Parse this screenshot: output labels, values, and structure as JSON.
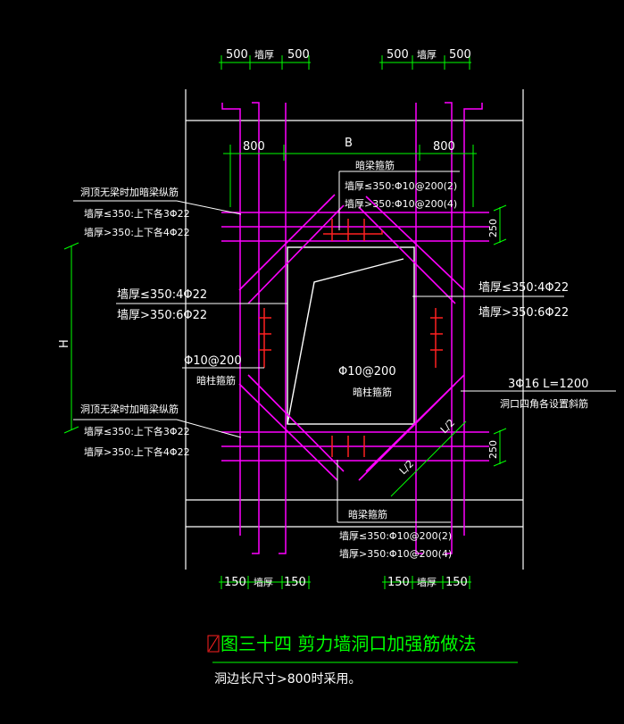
{
  "colors": {
    "background": "#000000",
    "dimension": "#00ff00",
    "rebar": "#ff00ff",
    "red_rebar": "#ff2020",
    "outline": "#ffffff",
    "text": "#ffffff",
    "title": "#00ff00"
  },
  "dimensions": {
    "top_left": [
      "500",
      "墙厚",
      "500"
    ],
    "top_right": [
      "500",
      "墙厚",
      "500"
    ],
    "mid_left": "800",
    "mid_center": "B",
    "mid_right": "800",
    "bottom_left": [
      "150",
      "墙厚",
      "150"
    ],
    "bottom_right": [
      "150",
      "墙厚",
      "150"
    ],
    "right_250_top": "250",
    "right_250_bottom": "250",
    "height": "H",
    "diag_l2_a": "L/2",
    "diag_l2_b": "L/2"
  },
  "labels": {
    "top_beam_stirrup": [
      "暗梁箍筋",
      "墙厚≤350:Φ10@200(2)",
      "墙厚>350:Φ10@200(4)"
    ],
    "top_left_longitudinal": [
      "洞顶无梁时加暗梁纵筋",
      "墙厚≤350:上下各3Φ22",
      "墙厚>350:上下各4Φ22"
    ],
    "left_col": [
      "墙厚≤350:4Φ22",
      "墙厚>350:6Φ22"
    ],
    "right_col": [
      "墙厚≤350:4Φ22",
      "墙厚>350:6Φ22"
    ],
    "left_stirrup": [
      "Φ10@200",
      "暗柱箍筋"
    ],
    "center_stirrup": [
      "Φ10@200",
      "暗柱箍筋"
    ],
    "diag_bars": [
      "3Φ16   L=1200",
      "洞口四角各设置斜筋"
    ],
    "bottom_left_longitudinal": [
      "洞顶无梁时加暗梁纵筋",
      "墙厚≤350:上下各3Φ22",
      "墙厚>350:上下各4Φ22"
    ],
    "bottom_beam_stirrup": [
      "暗梁箍筋",
      "墙厚≤350:Φ10@200(2)",
      "墙厚>350:Φ10@200(4)"
    ]
  },
  "title": {
    "main": "图三十四  剪力墙洞口加强筋做法",
    "note": "洞边长尺寸>800时采用。"
  }
}
